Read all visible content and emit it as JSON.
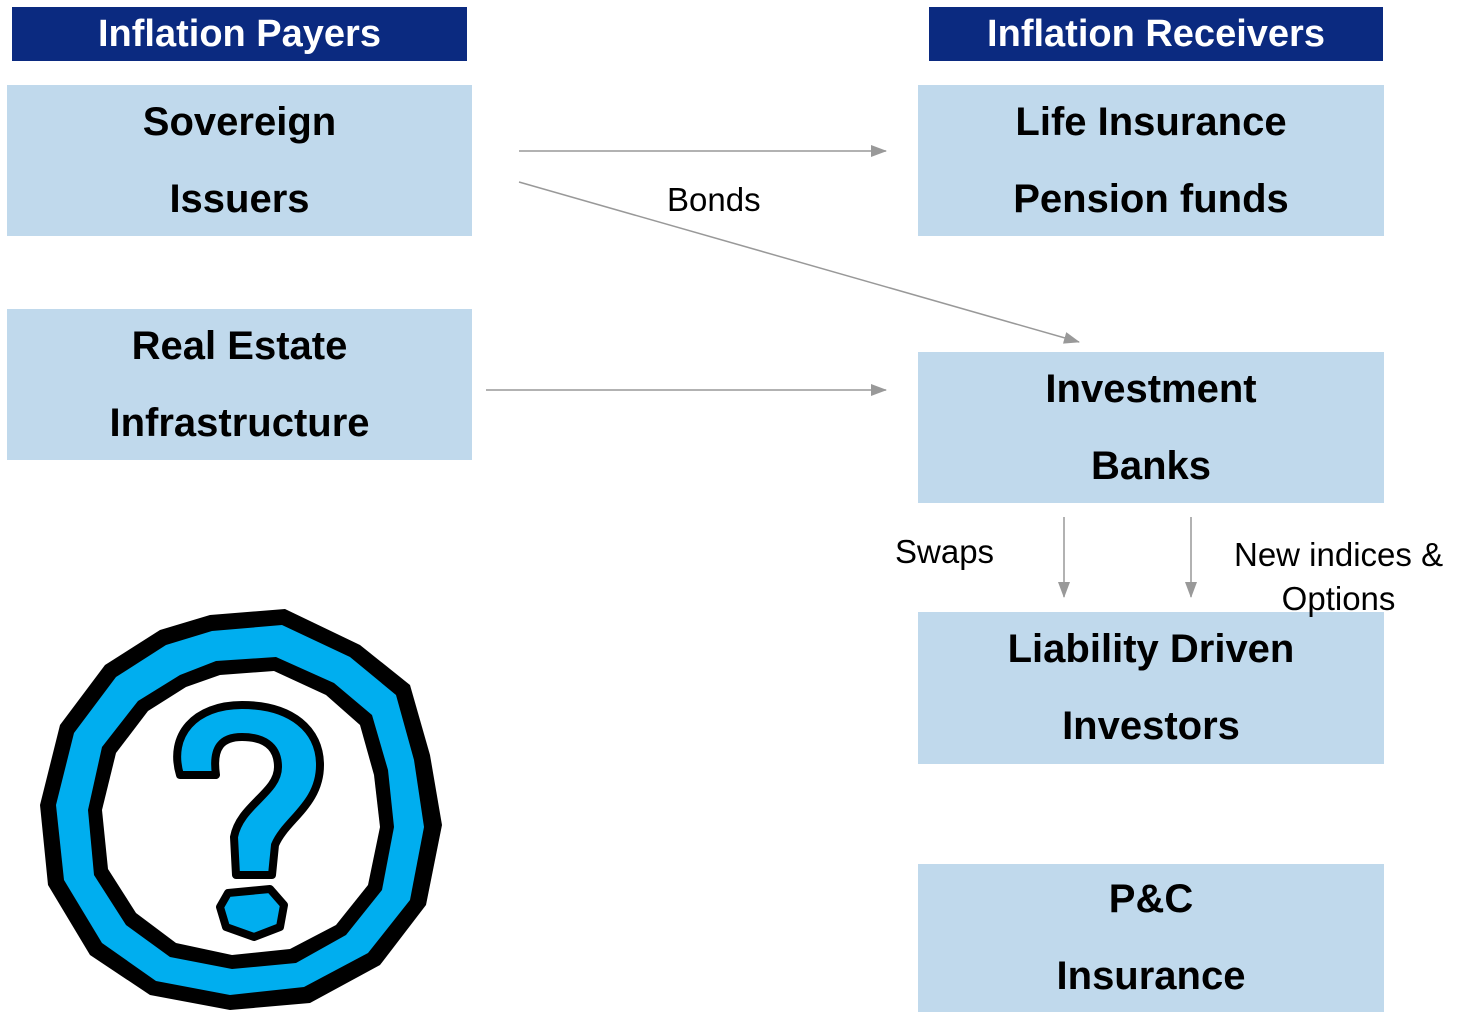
{
  "headers": {
    "payers": "Inflation Payers",
    "receivers": "Inflation Receivers"
  },
  "payers": {
    "sovereign": {
      "line1": "Sovereign",
      "line2": "Issuers"
    },
    "real_estate": {
      "line1": "Real Estate",
      "line2": "Infrastructure"
    }
  },
  "receivers": {
    "life": {
      "line1": "Life Insurance",
      "line2": "Pension funds"
    },
    "investment_banks": {
      "line1": "Investment",
      "line2": "Banks"
    },
    "ldi": {
      "line1": "Liability Driven",
      "line2": "Investors"
    },
    "pc": {
      "line1": "P&C",
      "line2": "Insurance"
    }
  },
  "flows": {
    "bonds": "Bonds",
    "swaps": "Swaps",
    "new_indices_line1": "New indices &",
    "new_indices_line2": "Options"
  },
  "colors": {
    "header_bg": "#0b2a80",
    "box_bg": "#c0d9ec",
    "arrow": "#999999",
    "icon_fill": "#00aeef"
  },
  "icons": {
    "question": "question-mark-icon"
  }
}
